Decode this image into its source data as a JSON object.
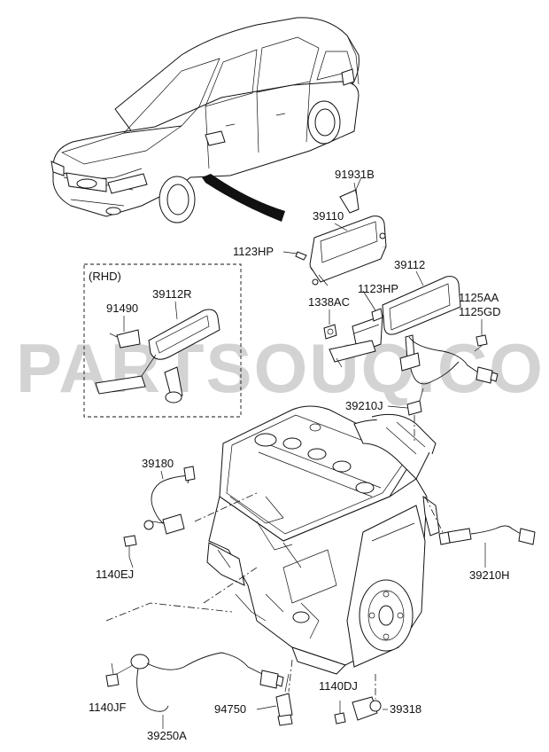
{
  "watermark": "PARTSOUQ.COM",
  "rhd_label": "(RHD)",
  "part_labels": {
    "p91931B": "91931B",
    "p39110": "39110",
    "p1123HP_a": "1123HP",
    "p39112": "39112",
    "p1123HP_b": "1123HP",
    "p1338AC": "1338AC",
    "p1125AA": "1125AA",
    "p1125GD": "1125GD",
    "p39112R": "39112R",
    "p91490": "91490",
    "p39210J": "39210J",
    "p39180": "39180",
    "p1140EJ": "1140EJ",
    "p39210H": "39210H",
    "p1140DJ": "1140DJ",
    "p39318": "39318",
    "p1140JF": "1140JF",
    "p94750": "94750",
    "p39250A": "39250A"
  }
}
